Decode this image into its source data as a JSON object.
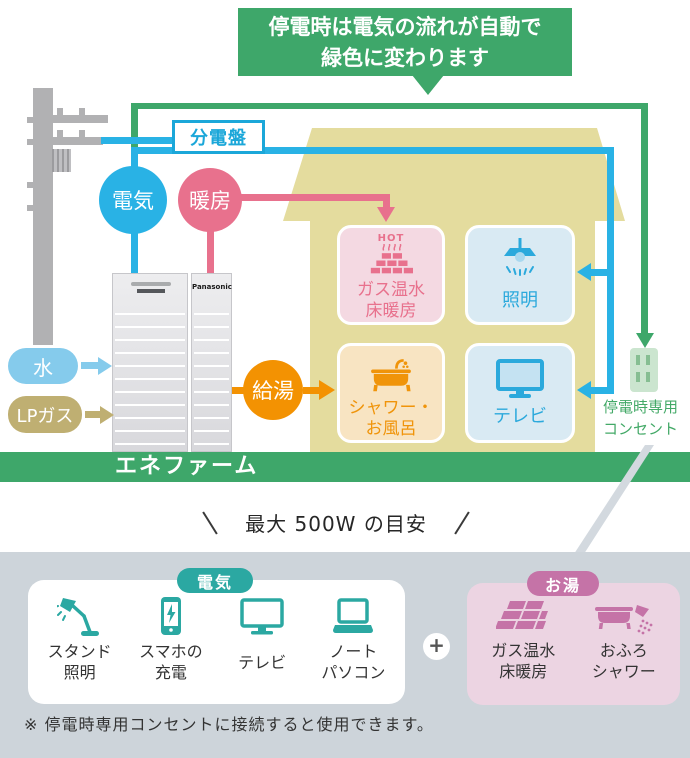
{
  "banner": {
    "line1": "停電時は電気の流れが自動で",
    "line2": "緑色に変わります"
  },
  "diagram": {
    "distribution_board": "分電盤",
    "electricity": "電気",
    "heating": "暖房",
    "hot_water": "給湯",
    "water": "水",
    "lp_gas": "LPガス",
    "brand": "Panasonic",
    "enefarm": "エネファーム"
  },
  "rooms": {
    "floor_heating": {
      "hot": "HOT",
      "line1": "ガス温水",
      "line2": "床暖房"
    },
    "lighting": "照明",
    "bath": {
      "line1": "シャワー・",
      "line2": "お風呂"
    },
    "tv": "テレビ"
  },
  "outlet": {
    "line1": "停電時専用",
    "line2": "コンセント"
  },
  "guide": {
    "text": "最大 500W の目安"
  },
  "bottom": {
    "electric_badge": "電気",
    "electric_items": [
      {
        "line1": "スタンド",
        "line2": "照明"
      },
      {
        "line1": "スマホの",
        "line2": "充電"
      },
      {
        "line1": "テレビ",
        "line2": ""
      },
      {
        "line1": "ノート",
        "line2": "パソコン"
      }
    ],
    "plus": "+",
    "hot_badge": "お湯",
    "hot_items": [
      {
        "line1": "ガス温水",
        "line2": "床暖房"
      },
      {
        "line1": "おふろ",
        "line2": "シャワー"
      }
    ],
    "note": "※ 停電時専用コンセントに接続すると使用できます。"
  },
  "colors": {
    "green": "#3EA76A",
    "cyan": "#29B2E5",
    "pink": "#E8718D",
    "orange": "#F39202",
    "house": "#E4DC9E",
    "teal": "#2BA8A2",
    "mauve": "#C573A7",
    "panel_gray": "#CDD4DA",
    "water_blue": "#85CBEC",
    "gas_tan": "#BFAF72"
  }
}
